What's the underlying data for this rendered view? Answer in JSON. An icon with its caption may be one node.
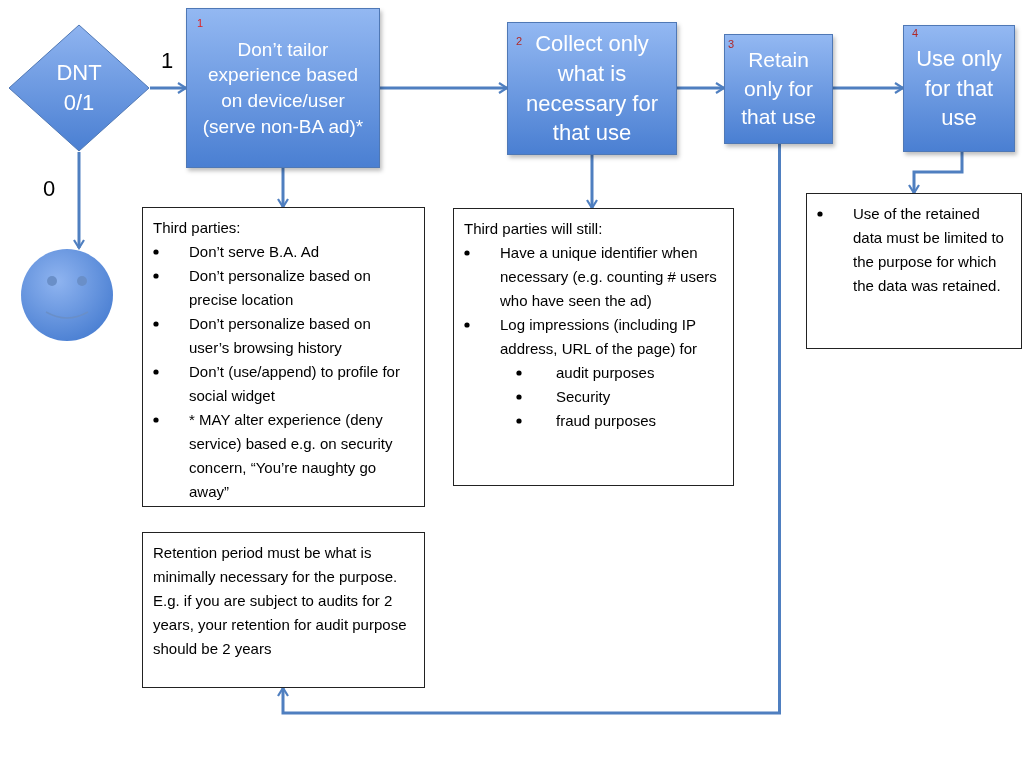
{
  "diagram": {
    "nodes": [
      {
        "text": [
          "DNT 0/1"
        ]
      },
      {
        "text": [
          "1",
          "Don’t tailor experience based on device/user (serve non-BA ad)*"
        ]
      },
      {
        "text": [
          "2",
          "Collect only what is necessary for that use"
        ]
      },
      {
        "text": [
          "3",
          "Retain only for that use"
        ]
      },
      {
        "text": [
          "4",
          "Use only for that use"
        ]
      },
      {
        "text": [],
        "shape": "circle"
      },
      {
        "text": [
          "Third parties:",
          "Don’t serve B.A. Ad",
          "Don’t personalize based on precise location",
          "Don’t personalize based on user’s browsing history",
          "Don’t (use/append) to profile for social widget",
          "* MAY alter experience (deny service) based e.g. on security concern, “You’re naughty go away”"
        ]
      },
      {
        "text": [
          "Third parties will still:",
          "Have a unique identifier when necessary (e.g. counting # users who have seen the ad)",
          "Log impressions (including IP address, URL of the page) for",
          "audit purposes",
          "Security",
          "fraud purposes"
        ]
      },
      {
        "text": [
          "Use of the retained data must be limited to the purpose for which the data was retained."
        ]
      },
      {
        "text": [
          "Retention period must be what is minimally necessary for the purpose. E.g. if you are subject to audits for 2 years, your retention for audit purpose should be 2 years"
        ]
      }
    ],
    "edges": [
      {
        "from": 0,
        "to": 1,
        "arrow": "to",
        "label": "1"
      },
      {
        "from": 0,
        "to": 5,
        "arrow": "to",
        "label": "0"
      },
      {
        "from": 1,
        "to": 2,
        "arrow": "to"
      },
      {
        "from": 2,
        "to": 3,
        "arrow": "to"
      },
      {
        "from": 3,
        "to": 4,
        "arrow": "to"
      },
      {
        "from": 1,
        "to": 6,
        "arrow": "to"
      },
      {
        "from": 2,
        "to": 7,
        "arrow": "to"
      },
      {
        "from": 4,
        "to": 8,
        "arrow": "to"
      },
      {
        "from": 3,
        "to": 9,
        "arrow": "to"
      }
    ]
  }
}
